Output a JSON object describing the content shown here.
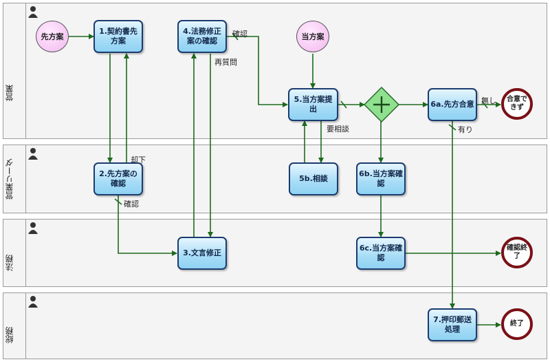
{
  "lanes": [
    {
      "name": "営業"
    },
    {
      "name": "営業リーダ"
    },
    {
      "name": "法務"
    },
    {
      "name": "総務"
    }
  ],
  "nodes": {
    "start_senpo": "先方案",
    "start_toho": "当方案",
    "t1": "1.契約書先方案",
    "t4": "4.法務修正案の確認",
    "t5": "5.当方案提出",
    "t6a": "6a.先方合意",
    "end_gouinaki": "合意できず",
    "t2": "2.先方案の確認",
    "t5b": "5b.相談",
    "t6b": "6b.当方案確認",
    "t3": "3.文言修正",
    "t6c": "6c.当方案確認",
    "end_kakunin": "確認終了",
    "t7": "7.押印郵送処理",
    "end_final": "終了"
  },
  "flow_labels": {
    "kakunin_top": "確認",
    "saishitsumon": "再質問",
    "yousoudan": "要相談",
    "nashi": "無し",
    "ari": "有り",
    "kyakka": "却下",
    "kakunin_mid": "確認"
  },
  "colors": {
    "flow": "#1c6a1c",
    "gateway": "#8fe08f",
    "task_border": "#1a3b6e",
    "end_border": "#7a1016"
  }
}
